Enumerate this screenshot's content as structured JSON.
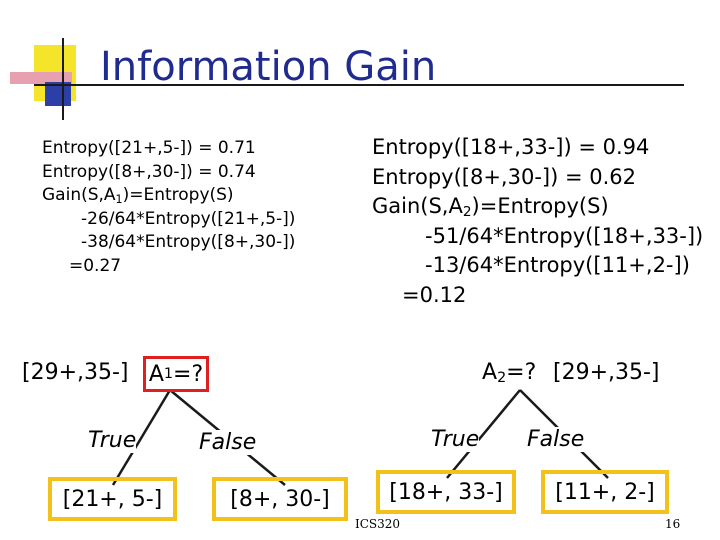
{
  "title": "Information Gain",
  "left_calc": {
    "entropy_1": "Entropy([21+,5-])  = 0.71",
    "entropy_2": "Entropy([8+,30-]) = 0.74",
    "gain_prefix": "Gain(S,A",
    "gain_sub": "1",
    "gain_suffix": ")=Entropy(S)",
    "term_1": "-26/64*Entropy([21+,5-])",
    "term_2": "-38/64*Entropy([8+,30-])",
    "result": "=0.27"
  },
  "right_calc": {
    "entropy_1": "Entropy([18+,33-]) = 0.94",
    "entropy_2": "Entropy([8+,30-]) = 0.62",
    "gain_prefix": "Gain(S,A",
    "gain_sub": "2",
    "gain_suffix": ")=Entropy(S)",
    "term_1": "-51/64*Entropy([18+,33-])",
    "term_2": "-13/64*Entropy([11+,2-])",
    "result": "=0.12"
  },
  "left_tree": {
    "root_counts": "[29+,35-]",
    "node_prefix": "A",
    "node_sub": "1",
    "node_suffix": "=?",
    "true_label": "True",
    "false_label": "False",
    "true_leaf": "[21+, 5-]",
    "false_leaf": "[8+, 30-]"
  },
  "right_tree": {
    "node_prefix": "A",
    "node_sub": "2",
    "node_suffix": "=?",
    "root_counts": "[29+,35-]",
    "true_label": "True",
    "false_label": "False",
    "true_leaf": "[18+, 33-]",
    "false_leaf": "[11+, 2-]"
  },
  "footer": {
    "course": "ICS320",
    "page_number": "16"
  },
  "colors": {
    "title": "#1f2b8f",
    "node_box": "#e02020",
    "leaf_box": "#f2c21b"
  }
}
